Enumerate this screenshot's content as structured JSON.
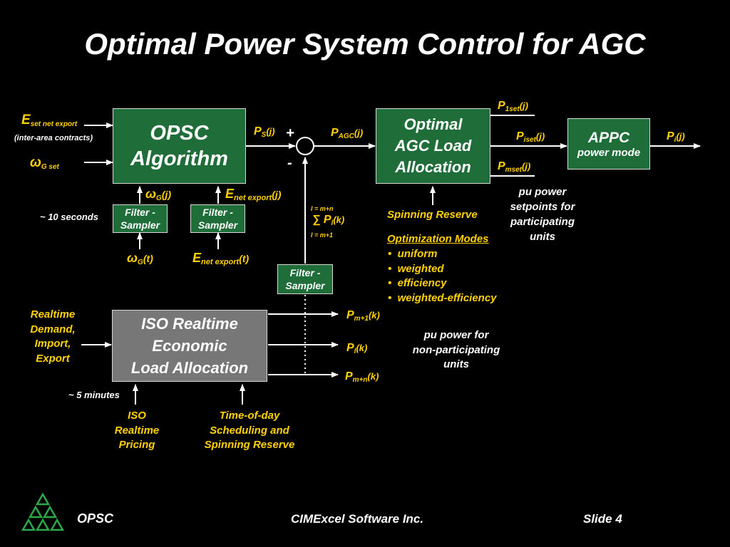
{
  "title": "Optimal Power System Control for AGC",
  "opsc_box": {
    "line1": "OPSC",
    "line2": "Algorithm"
  },
  "agc_box": {
    "line1": "Optimal",
    "line2": "AGC Load",
    "line3": "Allocation"
  },
  "appc_box": {
    "line1": "APPC",
    "line2": "power mode"
  },
  "iso_box": {
    "line1": "ISO Realtime",
    "line2": "Economic",
    "line3": "Load Allocation"
  },
  "filter_label": {
    "line1": "Filter -",
    "line2": "Sampler"
  },
  "inputs": {
    "e_set_main": "E",
    "e_set_sub": "set net export",
    "e_set_note": "(inter-area contracts)",
    "omega_set_main": "ω",
    "omega_set_sub": "G set",
    "ten_seconds": "~ 10 seconds",
    "five_minutes": "~ 5 minutes"
  },
  "signals": {
    "ps_main": "P",
    "ps_sub": "S",
    "ps_arg": "(j)",
    "plus": "+",
    "minus": "-",
    "pagc_main": "P",
    "pagc_sub": "AGC",
    "pagc_arg": "(j)",
    "omega_gj_main": "ω",
    "omega_gj_sub": "G",
    "omega_gj_arg": "(j)",
    "e_netj_main": "E",
    "e_netj_sub": "net export",
    "e_netj_arg": "(j)",
    "omega_gt_main": "ω",
    "omega_gt_sub": "G",
    "omega_gt_arg": "(t)",
    "e_nett_main": "E",
    "e_nett_sub": "net export",
    "e_nett_arg": "(t)",
    "sum_top": "l = m+n",
    "sum_symbol": "∑",
    "sum_p": "P",
    "sum_sub": "l",
    "sum_arg": "(k)",
    "sum_bottom": "l = m+1",
    "p1set_main": "P",
    "p1set_sub": "1set",
    "p1set_arg": "(j)",
    "piset_main": "P",
    "piset_sub": "iset",
    "piset_arg": "(j)",
    "pmset_main": "P",
    "pmset_sub": "mset",
    "pmset_arg": "(j)",
    "pi_main": "P",
    "pi_sub": "i",
    "pi_arg": "(j)",
    "pm1_main": "P",
    "pm1_sub": "m+1",
    "pm1_arg": "(k)",
    "pl_main": "P",
    "pl_sub": "l",
    "pl_arg": "(k)",
    "pmn_main": "P",
    "pmn_sub": "m+n",
    "pmn_arg": "(k)"
  },
  "notes": {
    "pu_setpoints": [
      "pu power",
      "setpoints for",
      "participating",
      "units"
    ],
    "spinning_reserve": "Spinning Reserve",
    "opt_modes_title": "Optimization Modes",
    "opt_modes": [
      "uniform",
      "weighted",
      "efficiency",
      "weighted-efficiency"
    ],
    "realtime_demand": [
      "Realtime",
      "Demand,",
      "Import,",
      "Export"
    ],
    "pu_nonpart": [
      "pu power for",
      "non-participating",
      "units"
    ],
    "iso_pricing": [
      "ISO",
      "Realtime",
      "Pricing"
    ],
    "tod": [
      "Time-of-day",
      "Scheduling and",
      "Spinning Reserve"
    ]
  },
  "footer": {
    "left": "OPSC",
    "center": "CIMExcel Software Inc.",
    "right": "Slide 4"
  },
  "colors": {
    "background": "#000000",
    "box_green": "#1f6e3a",
    "box_gray": "#777777",
    "label_yellow": "#ffd200",
    "logo_green": "#2aa84a"
  }
}
